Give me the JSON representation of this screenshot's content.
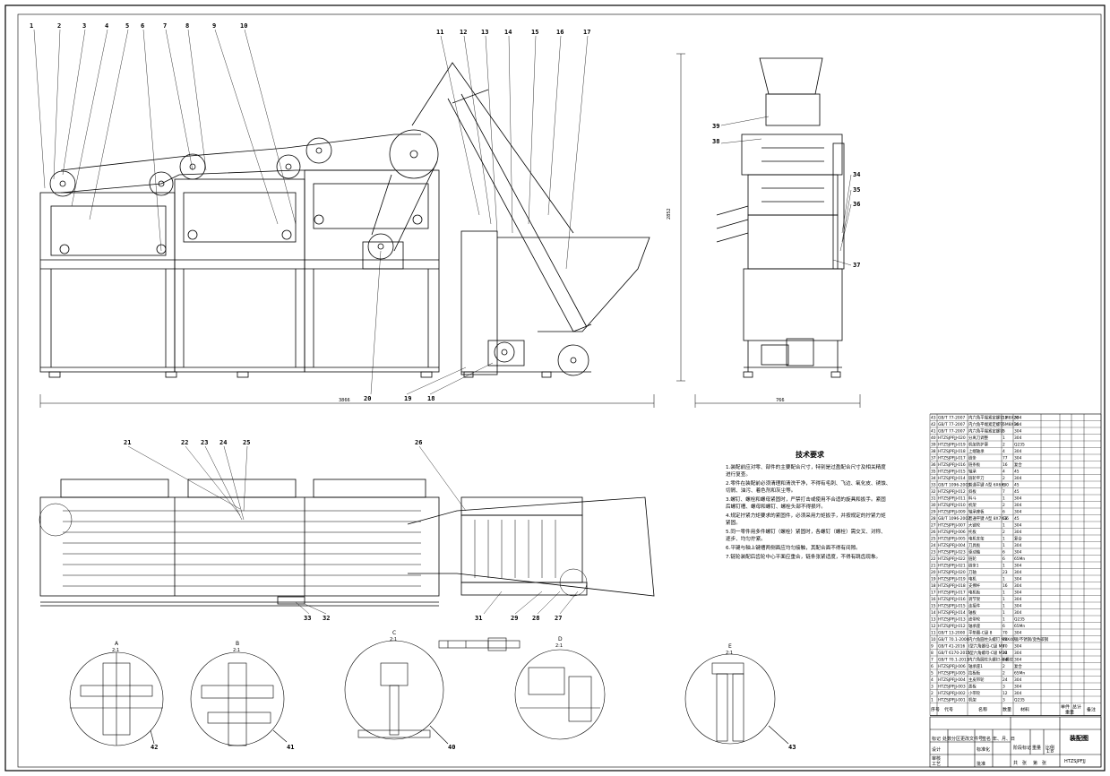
{
  "drawing": {
    "title": "装配图",
    "drawing_no": "HTZSJPFJJ",
    "scale": "1:8",
    "overall_length": "3866",
    "overall_height": "2852",
    "side_width": "766"
  },
  "callouts_front": [
    "1",
    "2",
    "3",
    "4",
    "5",
    "6",
    "7",
    "8",
    "9",
    "10",
    "11",
    "12",
    "13",
    "14",
    "15",
    "16",
    "17"
  ],
  "callouts_front_bottom": [
    "20",
    "19",
    "18"
  ],
  "callouts_side": [
    "39",
    "38",
    "34",
    "35",
    "36",
    "37"
  ],
  "callouts_top": [
    "21",
    "22",
    "23",
    "24",
    "25",
    "26"
  ],
  "callouts_top_bottom": [
    "33",
    "32",
    "31",
    "29",
    "28",
    "27"
  ],
  "details": [
    {
      "label": "A",
      "scale": "2:1",
      "number": "42"
    },
    {
      "label": "B",
      "scale": "2:1",
      "number": "41"
    },
    {
      "label": "C",
      "scale": "2:1",
      "number": "40"
    },
    {
      "label": "D",
      "scale": "2:1",
      "number": ""
    },
    {
      "label": "E",
      "scale": "2:1",
      "number": "43"
    }
  ],
  "requirements": {
    "title": "技术要求",
    "lines": [
      "1.装配前应对零、部件的主要配合尺寸，特别是过盈配合尺寸及相关精度",
      "  进行复查。",
      "2.零件在装配前必须清理和清洗干净，不得有毛刺、飞边、氧化皮、锈蚀、",
      "  切屑、油污、着色剂和灰尘等。",
      "3.螺钉、螺栓和螺母紧固时，严禁打击或使用不合适的旋具和扳手。紧固",
      "  后螺钉槽、螺母和螺钉、螺栓头部不得损坏。",
      "4.规定拧紧力矩要求的紧固件，必须采用力矩扳手，并按规定的拧紧力矩",
      "  紧固。",
      "5.同一零件用多件螺钉（螺栓）紧固时，各螺钉（螺栓）需交叉、对称、",
      "  逐步、均匀拧紧。",
      "6.平键与轴上键槽两侧面应均匀接触，其配合面不得有间隙。",
      "7.链轮装配后齿轮中心平面应重合，链条张紧适度，不得有跳齿现象。"
    ]
  },
  "bom": {
    "header": [
      "序号",
      "代号",
      "名称",
      "数量",
      "材料",
      "单件",
      "总计",
      "备注"
    ],
    "header_extra": "重量",
    "rows": [
      [
        "43",
        "GB/T 77-2007",
        "内六角平端紧定螺钉 M8X20",
        "12",
        "304"
      ],
      [
        "42",
        "GB/T 77-2007",
        "内六角平端紧定螺钉 M8X16",
        "6",
        "304"
      ],
      [
        "41",
        "GB/T 77-2007",
        "内六角平端紧定螺钉",
        "6",
        "304"
      ],
      [
        "40",
        "HTZSJPFJJ-020",
        "分离刀调整",
        "1",
        "304"
      ],
      [
        "39",
        "HTZSJPFJJ-019",
        "机架防护罩",
        "2",
        "Q235"
      ],
      [
        "38",
        "HTZSJPFJJ-018",
        "上端轴承",
        "4",
        "304"
      ],
      [
        "37",
        "HTZSJPFJJ-017",
        "链条",
        "77",
        "304"
      ],
      [
        "36",
        "HTZSJPFJJ-016",
        "链条板",
        "16",
        "复合"
      ],
      [
        "35",
        "HTZSJPFJJ-015",
        "轴承",
        "4",
        "45"
      ],
      [
        "34",
        "HTZSJPFJJ-014",
        "链轮平刀",
        "2",
        "304"
      ],
      [
        "33",
        "GB/T 1096-2003",
        "普通平键 A型 6X6X30",
        "6",
        "45"
      ],
      [
        "32",
        "HTZSJPFJJ-012",
        "斜板",
        "7",
        "45"
      ],
      [
        "31",
        "HTZSJPFJJ-011",
        "料斗",
        "1",
        "304"
      ],
      [
        "30",
        "HTZSJPFJJ-010",
        "机架",
        "2",
        "304"
      ],
      [
        "29",
        "HTZSJPFJJ-009",
        "轴承座板",
        "6",
        "304"
      ],
      [
        "28",
        "GB/T 1096-2003",
        "普通平键 A型 8X7X36",
        "12",
        "45"
      ],
      [
        "27",
        "HTZSJPFJJ-007",
        "大链轮",
        "1",
        "304"
      ],
      [
        "26",
        "HTZSJPFJJ-006",
        "托板",
        "2",
        "304"
      ],
      [
        "25",
        "HTZSJPFJJ-005",
        "电机支架",
        "1",
        "复合"
      ],
      [
        "24",
        "HTZSJPFJJ-004",
        "刀具板",
        "1",
        "304"
      ],
      [
        "23",
        "HTZSJPFJJ-023",
        "驱动轴",
        "6",
        "304"
      ],
      [
        "22",
        "HTZSJPFJJ-022",
        "链轮",
        "6",
        "65Mn"
      ],
      [
        "21",
        "HTZSJPFJJ-021",
        "链条1",
        "1",
        "304"
      ],
      [
        "20",
        "HTZSJPFJJ-020",
        "刀轴",
        "23",
        "304"
      ],
      [
        "19",
        "HTZSJPFJJ-019",
        "电机",
        "1",
        "304"
      ],
      [
        "18",
        "HTZSJPFJJ-018",
        "支撑杆",
        "16",
        "304"
      ],
      [
        "17",
        "HTZSJPFJJ-017",
        "电机板",
        "1",
        "304"
      ],
      [
        "16",
        "HTZSJPFJJ-016",
        "调节架",
        "1",
        "304"
      ],
      [
        "15",
        "HTZSJPFJJ-015",
        "连接件",
        "1",
        "304"
      ],
      [
        "14",
        "HTZSJPFJJ-014",
        "轴板",
        "1",
        "304"
      ],
      [
        "13",
        "HTZSJPFJJ-013",
        "皮带轮",
        "1",
        "Q235"
      ],
      [
        "12",
        "HTZSJPFJJ-012",
        "轴承座",
        "6",
        "65Mn"
      ],
      [
        "11",
        "GB/T 13-2000",
        "平垫圈-C级 8",
        "70",
        "304"
      ],
      [
        "10",
        "GB/T 70.1-2000",
        "内六角圆柱头螺钉 M8X40",
        "70",
        "钢/不锈钢/变色碳钢"
      ],
      [
        "9",
        "GB/T 41-2016",
        "I型六角螺母-C级 M8",
        "70",
        "304"
      ],
      [
        "8",
        "GB/T 6170-2015",
        "I型六角螺母-C级 M10",
        "24",
        "304"
      ],
      [
        "7",
        "GB/T 70.1-2013",
        "内六角圆柱头螺钉-半螺纹",
        "24",
        "304"
      ],
      [
        "6",
        "HTZSJPFJJ-006",
        "轴承座1",
        "2",
        "复合"
      ],
      [
        "5",
        "HTZSJPFJJ-005",
        "拉板板",
        "2",
        "65Mn"
      ],
      [
        "4",
        "HTZSJPFJJ-004",
        "主皮带轮",
        "24",
        "304"
      ],
      [
        "3",
        "HTZSJPFJJ-003",
        "盖板",
        "3",
        "304"
      ],
      [
        "2",
        "HTZSJPFJJ-002",
        "小带轮",
        "12",
        "304"
      ],
      [
        "1",
        "HTZSJPFJJ-001",
        "机架",
        "3",
        "Q235"
      ]
    ]
  },
  "title_block": {
    "row1": [
      "标记",
      "处数",
      "分区",
      "更改文件号",
      "签名",
      "年、月、日"
    ],
    "row2": [
      "设计",
      "",
      "标准化",
      "",
      "阶段标记",
      "重量",
      "比例"
    ],
    "row3": [
      "审核"
    ],
    "row4": [
      "工艺",
      "",
      "批准",
      "",
      "共",
      "张",
      "第",
      "张"
    ]
  }
}
